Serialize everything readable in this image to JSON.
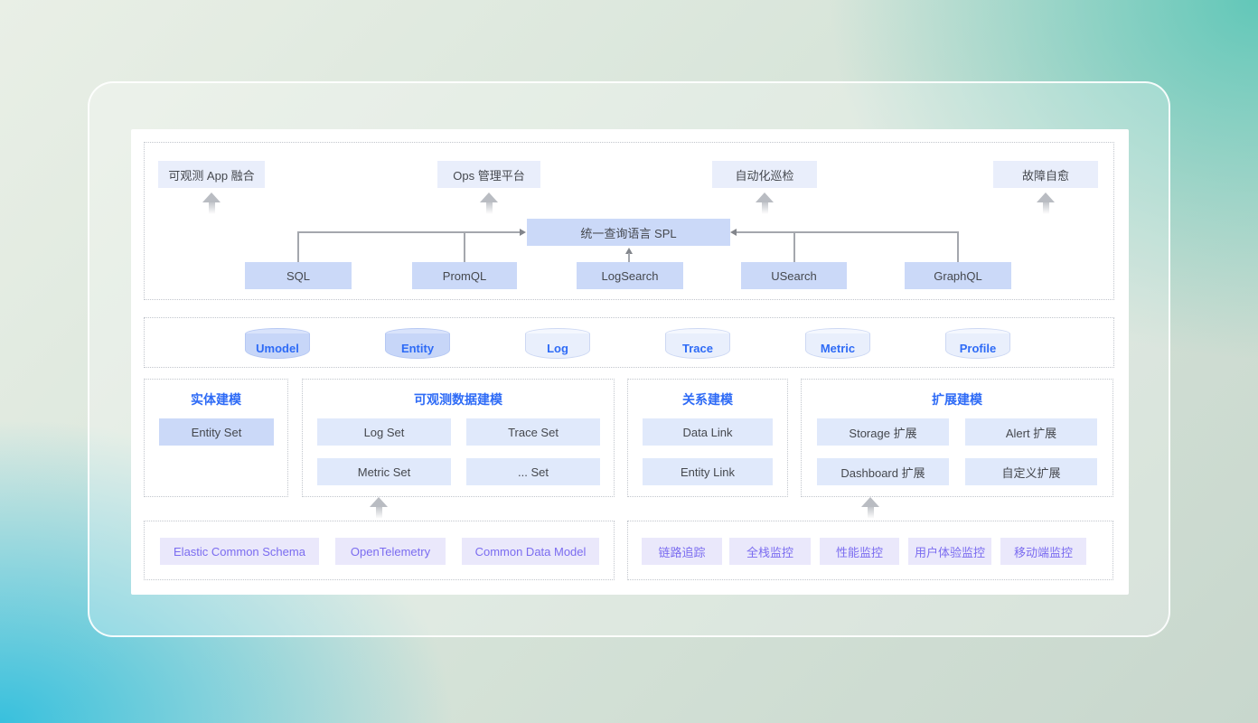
{
  "colors": {
    "accent_blue": "#2e6bf6",
    "node_blue": "#cbd9f8",
    "node_light_blue": "#e9eefb",
    "node_set_blue": "#e0e9fb",
    "purple_text": "#7b6cf0",
    "purple_bg": "#eae8fb",
    "arrow_gray": "#b9bcc2",
    "line_gray": "#a4a7ad",
    "bg_teal": "#5cc6b7",
    "bg_cyan": "#2fbedd",
    "bg_green": "#e9efe6"
  },
  "query_section": {
    "apps": [
      "可观测 App 融合",
      "Ops 管理平台",
      "自动化巡检",
      "故障自愈"
    ],
    "spl": "统一查询语言 SPL",
    "languages": [
      "SQL",
      "PromQL",
      "LogSearch",
      "USearch",
      "GraphQL"
    ]
  },
  "storage_section": {
    "stores": [
      {
        "label": "Umodel",
        "variant": "dark"
      },
      {
        "label": "Entity",
        "variant": "dark"
      },
      {
        "label": "Log",
        "variant": "light"
      },
      {
        "label": "Trace",
        "variant": "light"
      },
      {
        "label": "Metric",
        "variant": "light"
      },
      {
        "label": "Profile",
        "variant": "light"
      }
    ]
  },
  "modeling": [
    {
      "title": "实体建模",
      "items": [
        "Entity Set"
      ]
    },
    {
      "title": "可观测数据建模",
      "items": [
        "Log Set",
        "Trace Set",
        "Metric Set",
        "... Set"
      ]
    },
    {
      "title": "关系建模",
      "items": [
        "Data Link",
        "Entity Link"
      ]
    },
    {
      "title": "扩展建模",
      "items": [
        "Storage 扩展",
        "Alert 扩展",
        "Dashboard 扩展",
        "自定义扩展"
      ]
    }
  ],
  "standards": {
    "schemas": [
      "Elastic Common Schema",
      "OpenTelemetry",
      "Common Data Model"
    ],
    "scenarios": [
      "链路追踪",
      "全栈监控",
      "性能监控",
      "用户体验监控",
      "移动端监控"
    ]
  }
}
